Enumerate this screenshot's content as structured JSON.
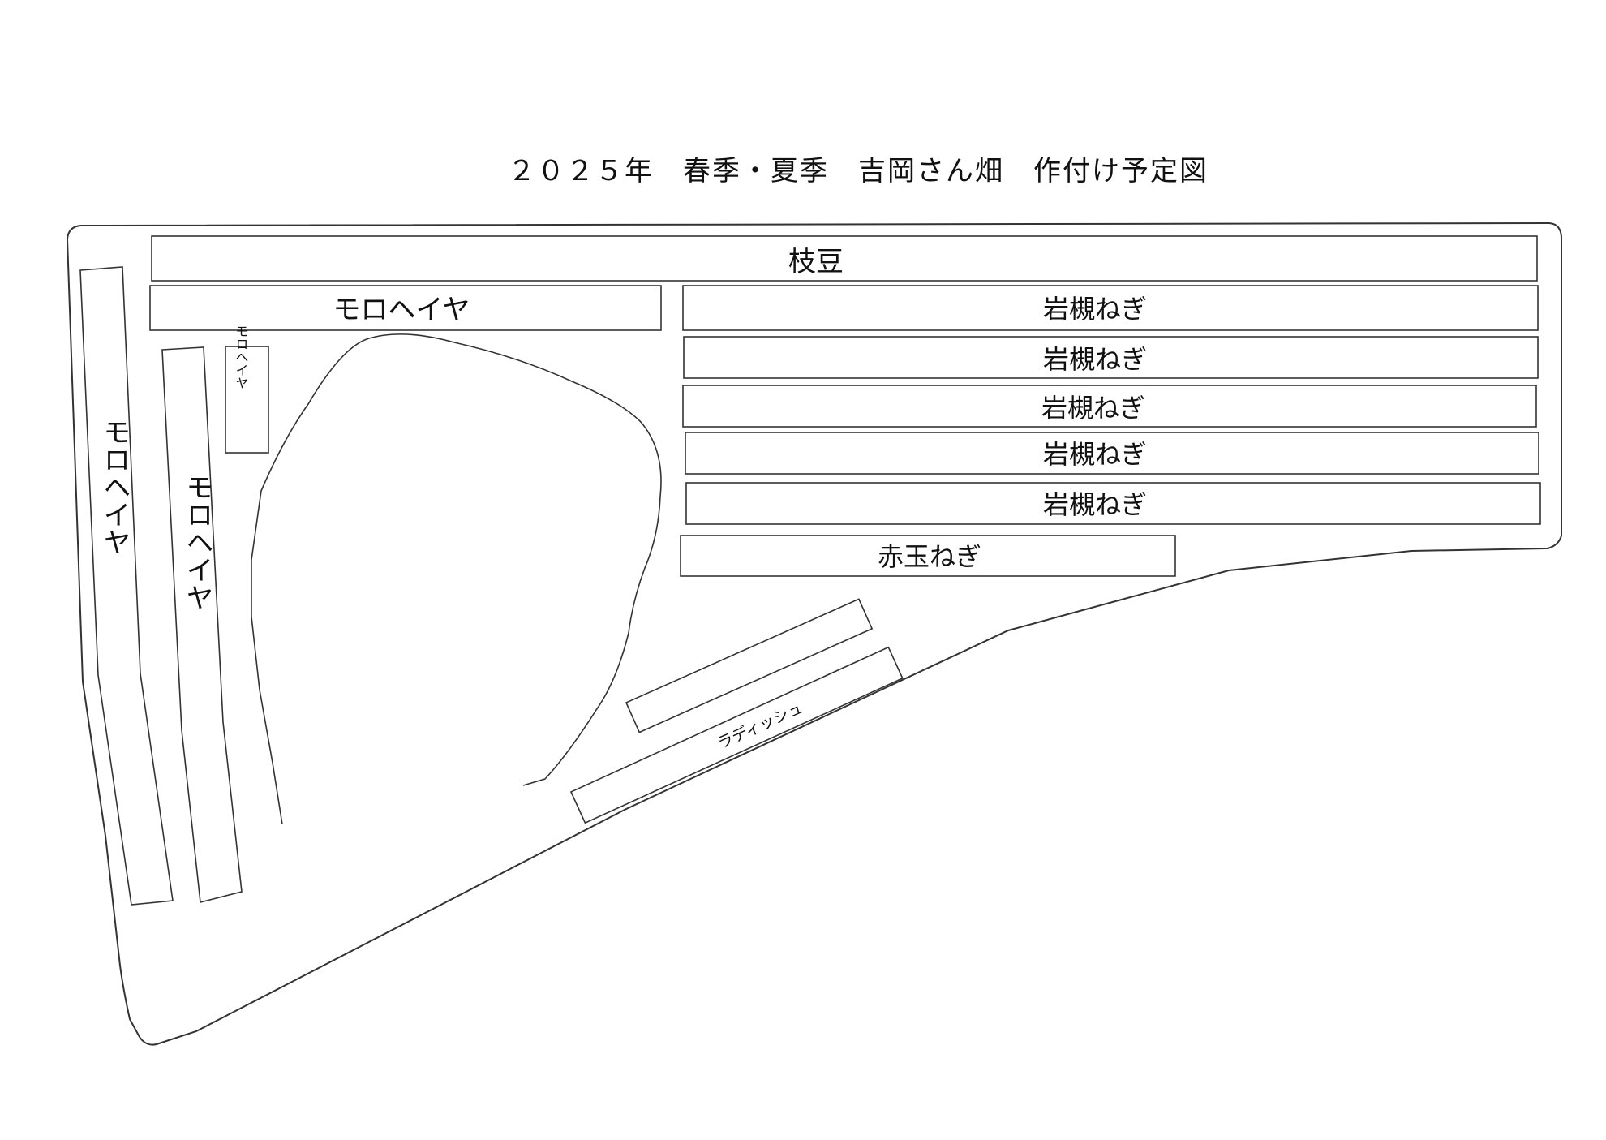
{
  "title": "２０２５年　春季・夏季　吉岡さん畑　作付け予定図",
  "beds": {
    "edamame": "枝豆",
    "moroheiya_top": "モロヘイヤ",
    "iwatsuki_1": "岩槻ねぎ",
    "iwatsuki_2": "岩槻ねぎ",
    "iwatsuki_3": "岩槻ねぎ",
    "iwatsuki_4": "岩槻ねぎ",
    "iwatsuki_5": "岩槻ねぎ",
    "akatamanegi": "赤玉ねぎ",
    "radish": "ラディッシュ",
    "moroheiya_left": "モロヘイヤ",
    "moroheiya_mid": "モロヘイヤ",
    "moroheiya_small": "モロヘイヤ"
  },
  "colors": {
    "line": "#333333",
    "text": "#111111",
    "background": "#ffffff"
  }
}
